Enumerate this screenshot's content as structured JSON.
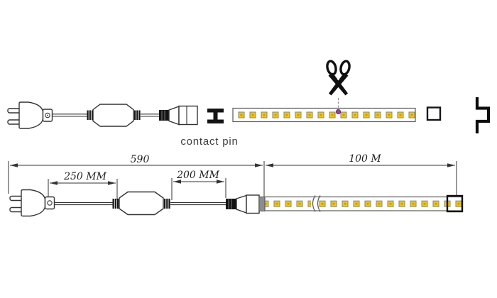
{
  "diagram": {
    "title": "LED strip light with power plug and driver - dimension drawing",
    "labels": {
      "contact_pin": "contact pin",
      "overall_cable_length": "590",
      "plug_to_driver_length": "250 MM",
      "driver_to_connector_length": "200 MM",
      "strip_max_length": "100 M"
    },
    "colors": {
      "line": "#333333",
      "led_fill": "#f2c71b",
      "led_core": "#d29e00",
      "led_border": "#8f8f73",
      "cut_dot": "#9b3f9d",
      "scissors": "#101010"
    },
    "components": [
      "power-plug",
      "cable",
      "driver-box",
      "barrel-connector",
      "contact-pin",
      "led-strip",
      "cut-point",
      "end-cap",
      "mounting-clip"
    ]
  }
}
